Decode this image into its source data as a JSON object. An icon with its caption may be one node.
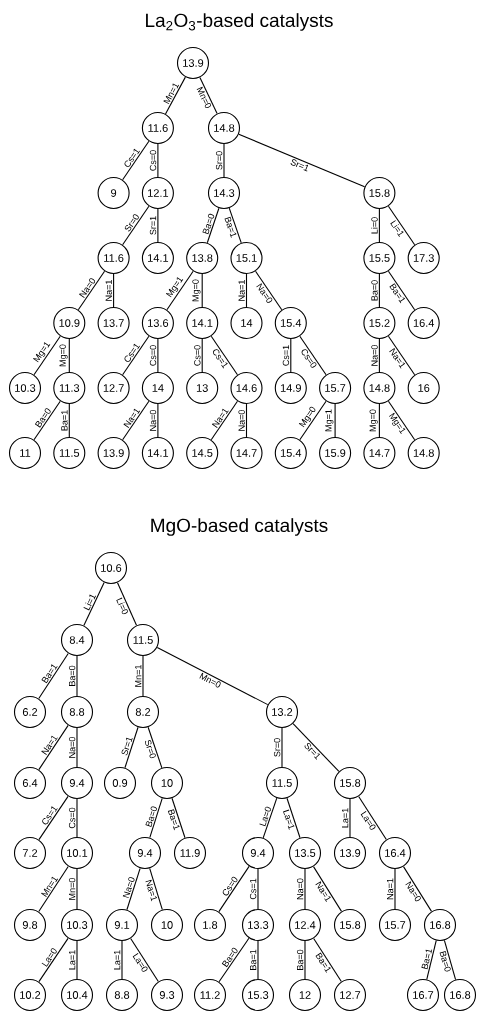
{
  "diagram": {
    "title": "La$_{2}$O$_{3}$-based catalysts",
    "nodes": [
      {
        "text": [
          "13.9"
        ]
      },
      {
        "text": [
          "11.6"
        ]
      },
      {
        "text": [
          "14.8"
        ]
      },
      {
        "text": [
          "9"
        ]
      },
      {
        "text": [
          "12.1"
        ]
      },
      {
        "text": [
          "14.3"
        ]
      },
      {
        "text": [
          "15.8"
        ]
      },
      {
        "text": [
          "11.6"
        ]
      },
      {
        "text": [
          "14.1"
        ]
      },
      {
        "text": [
          "13.8"
        ]
      },
      {
        "text": [
          "15.1"
        ]
      },
      {
        "text": [
          "15.5"
        ]
      },
      {
        "text": [
          "17.3"
        ]
      },
      {
        "text": [
          "10.9"
        ]
      },
      {
        "text": [
          "13.7"
        ]
      },
      {
        "text": [
          "13.6"
        ]
      },
      {
        "text": [
          "14.1"
        ]
      },
      {
        "text": [
          "14"
        ]
      },
      {
        "text": [
          "15.4"
        ]
      },
      {
        "text": [
          "15.2"
        ]
      },
      {
        "text": [
          "16.4"
        ]
      },
      {
        "text": [
          "10.3"
        ]
      },
      {
        "text": [
          "11.3"
        ]
      },
      {
        "text": [
          "12.7"
        ]
      },
      {
        "text": [
          "14"
        ]
      },
      {
        "text": [
          "13"
        ]
      },
      {
        "text": [
          "14.6"
        ]
      },
      {
        "text": [
          "14.9"
        ]
      },
      {
        "text": [
          "15.7"
        ]
      },
      {
        "text": [
          "14.8"
        ]
      },
      {
        "text": [
          "16"
        ]
      },
      {
        "text": [
          "11"
        ]
      },
      {
        "text": [
          "11.5"
        ]
      },
      {
        "text": [
          "13.9"
        ]
      },
      {
        "text": [
          "14.1"
        ]
      },
      {
        "text": [
          "14.5"
        ]
      },
      {
        "text": [
          "14.7"
        ]
      },
      {
        "text": [
          "15.4"
        ]
      },
      {
        "text": [
          "15.9"
        ]
      },
      {
        "text": [
          "14.7"
        ]
      },
      {
        "text": [
          "14.8"
        ]
      },
      {
        "text": [
          "10.6"
        ]
      },
      {
        "text": [
          "8.4"
        ]
      },
      {
        "text": [
          "11.5"
        ]
      },
      {
        "text": [
          "6.2"
        ]
      },
      {
        "text": [
          "8.8"
        ]
      },
      {
        "text": [
          "8.2"
        ]
      },
      {
        "text": [
          "13.2"
        ]
      },
      {
        "text": [
          "6.4"
        ]
      },
      {
        "text": [
          "9.4"
        ]
      },
      {
        "text": [
          "0.9"
        ]
      },
      {
        "text": [
          "10"
        ]
      },
      {
        "text": [
          "11.5"
        ]
      },
      {
        "text": [
          "15.8"
        ]
      },
      {
        "text": [
          "7.2"
        ]
      },
      {
        "text": [
          "10.1"
        ]
      },
      {
        "text": [
          "9.4"
        ]
      },
      {
        "text": [
          "11.9"
        ]
      },
      {
        "text": [
          "9.4"
        ]
      },
      {
        "text": [
          "13.5"
        ]
      },
      {
        "text": [
          "13.9"
        ]
      },
      {
        "text": [
          "16.4"
        ]
      },
      {
        "text": [
          "9.8"
        ]
      },
      {
        "text": [
          "10.3"
        ]
      },
      {
        "text": [
          "9.1"
        ]
      },
      {
        "text": [
          "10"
        ]
      },
      {
        "text": [
          "1.8"
        ]
      },
      {
        "text": [
          "13.3"
        ]
      },
      {
        "text": [
          "12.4"
        ]
      },
      {
        "text": [
          "15.8"
        ]
      },
      {
        "text": [
          "15.7"
        ]
      },
      {
        "text": [
          "16.8"
        ]
      },
      {
        "text": [
          "10.2"
        ]
      },
      {
        "text": [
          "10.4"
        ]
      },
      {
        "text": [
          "8.8"
        ]
      },
      {
        "text": [
          "9.3"
        ]
      },
      {
        "text": [
          "11.2"
        ]
      },
      {
        "text": [
          "15.3"
        ]
      },
      {
        "text": [
          "12"
        ]
      },
      {
        "text": [
          "12.7"
        ]
      },
      {
        "text": [
          "16.7"
        ]
      },
      {
        "text": [
          "16.8"
        ]
      }
    ],
    "edges": [
      {
        "from": 0,
        "to": 1,
        "arrow": "none",
        "label": "Mn=1"
      },
      {
        "from": 0,
        "to": 2,
        "arrow": "none",
        "label": "Mn=0"
      },
      {
        "from": 1,
        "to": 3,
        "arrow": "none",
        "label": "Cs=1"
      },
      {
        "from": 1,
        "to": 4,
        "arrow": "none",
        "label": "Cs=0"
      },
      {
        "from": 2,
        "to": 5,
        "arrow": "none",
        "label": "Sr=0"
      },
      {
        "from": 2,
        "to": 6,
        "arrow": "none",
        "label": "Sr=1"
      },
      {
        "from": 4,
        "to": 7,
        "arrow": "none",
        "label": "Sr=0"
      },
      {
        "from": 4,
        "to": 8,
        "arrow": "none",
        "label": "Sr=1"
      },
      {
        "from": 5,
        "to": 9,
        "arrow": "none",
        "label": "Ba=0"
      },
      {
        "from": 5,
        "to": 10,
        "arrow": "none",
        "label": "Ba=1"
      },
      {
        "from": 6,
        "to": 11,
        "arrow": "none",
        "label": "Li=0"
      },
      {
        "from": 6,
        "to": 12,
        "arrow": "none",
        "label": "Li=1"
      },
      {
        "from": 7,
        "to": 13,
        "arrow": "none",
        "label": "Na=0"
      },
      {
        "from": 7,
        "to": 14,
        "arrow": "none",
        "label": "Na=1"
      },
      {
        "from": 9,
        "to": 15,
        "arrow": "none",
        "label": "Mg=1"
      },
      {
        "from": 9,
        "to": 16,
        "arrow": "none",
        "label": "Mg=0"
      },
      {
        "from": 10,
        "to": 17,
        "arrow": "none",
        "label": "Na=1"
      },
      {
        "from": 10,
        "to": 18,
        "arrow": "none",
        "label": "Na=0"
      },
      {
        "from": 11,
        "to": 19,
        "arrow": "none",
        "label": "Ba=0"
      },
      {
        "from": 11,
        "to": 20,
        "arrow": "none",
        "label": "Ba=1"
      },
      {
        "from": 13,
        "to": 21,
        "arrow": "none",
        "label": "Mg=1"
      },
      {
        "from": 13,
        "to": 22,
        "arrow": "none",
        "label": "Mg=0"
      },
      {
        "from": 15,
        "to": 23,
        "arrow": "none",
        "label": "Cs=1"
      },
      {
        "from": 15,
        "to": 24,
        "arrow": "none",
        "label": "Cs=0"
      },
      {
        "from": 16,
        "to": 25,
        "arrow": "none",
        "label": "Cs=0"
      },
      {
        "from": 16,
        "to": 26,
        "arrow": "none",
        "label": "Cs=1"
      },
      {
        "from": 18,
        "to": 27,
        "arrow": "none",
        "label": "Cs=1"
      },
      {
        "from": 18,
        "to": 28,
        "arrow": "none",
        "label": "Cs=0"
      },
      {
        "from": 19,
        "to": 29,
        "arrow": "none",
        "label": "Na=0"
      },
      {
        "from": 19,
        "to": 30,
        "arrow": "none",
        "label": "Na=1"
      },
      {
        "from": 22,
        "to": 31,
        "arrow": "none",
        "label": "Ba=0"
      },
      {
        "from": 22,
        "to": 32,
        "arrow": "none",
        "label": "Ba=1"
      },
      {
        "from": 24,
        "to": 33,
        "arrow": "none",
        "label": "Na=1"
      },
      {
        "from": 24,
        "to": 34,
        "arrow": "none",
        "label": "Na=0"
      },
      {
        "from": 26,
        "to": 35,
        "arrow": "none",
        "label": "Na=1"
      },
      {
        "from": 26,
        "to": 36,
        "arrow": "none",
        "label": "Na=0"
      },
      {
        "from": 28,
        "to": 37,
        "arrow": "none",
        "label": "Mg=0"
      },
      {
        "from": 28,
        "to": 38,
        "arrow": "none",
        "label": "Mg=1"
      },
      {
        "from": 29,
        "to": 39,
        "arrow": "none",
        "label": "Mg=0"
      },
      {
        "from": 29,
        "to": 40,
        "arrow": "none",
        "label": "Mg=1"
      },
      {
        "from": 41,
        "to": 42,
        "arrow": "none",
        "label": "Li=1"
      },
      {
        "from": 41,
        "to": 43,
        "arrow": "none",
        "label": "Li=0"
      },
      {
        "from": 42,
        "to": 44,
        "arrow": "none",
        "label": "Ba=1"
      },
      {
        "from": 42,
        "to": 45,
        "arrow": "none",
        "label": "Ba=0"
      },
      {
        "from": 43,
        "to": 46,
        "arrow": "none",
        "label": "Mn=1"
      },
      {
        "from": 43,
        "to": 47,
        "arrow": "none",
        "label": "Mn=0"
      },
      {
        "from": 45,
        "to": 48,
        "arrow": "none",
        "label": "Na=1"
      },
      {
        "from": 45,
        "to": 49,
        "arrow": "none",
        "label": "Na=0"
      },
      {
        "from": 46,
        "to": 50,
        "arrow": "none",
        "label": "Sr=1"
      },
      {
        "from": 46,
        "to": 51,
        "arrow": "none",
        "label": "Sr=0"
      },
      {
        "from": 47,
        "to": 52,
        "arrow": "none",
        "label": "Sr=0"
      },
      {
        "from": 47,
        "to": 53,
        "arrow": "none",
        "label": "Sr=1"
      },
      {
        "from": 49,
        "to": 54,
        "arrow": "none",
        "label": "Cs=1"
      },
      {
        "from": 49,
        "to": 55,
        "arrow": "none",
        "label": "Cs=0"
      },
      {
        "from": 51,
        "to": 56,
        "arrow": "none",
        "label": "Ba=0"
      },
      {
        "from": 51,
        "to": 57,
        "arrow": "none",
        "label": "Ba=1"
      },
      {
        "from": 52,
        "to": 58,
        "arrow": "none",
        "label": "La=0"
      },
      {
        "from": 52,
        "to": 59,
        "arrow": "none",
        "label": "La=1"
      },
      {
        "from": 53,
        "to": 60,
        "arrow": "none",
        "label": "La=1"
      },
      {
        "from": 53,
        "to": 61,
        "arrow": "none",
        "label": "La=0"
      },
      {
        "from": 55,
        "to": 62,
        "arrow": "none",
        "label": "Mn=1"
      },
      {
        "from": 55,
        "to": 63,
        "arrow": "none",
        "label": "Mn=0"
      },
      {
        "from": 56,
        "to": 64,
        "arrow": "none",
        "label": "Na=0"
      },
      {
        "from": 56,
        "to": 65,
        "arrow": "none",
        "label": "Na=1"
      },
      {
        "from": 58,
        "to": 66,
        "arrow": "none",
        "label": "Cs=0"
      },
      {
        "from": 58,
        "to": 67,
        "arrow": "none",
        "label": "Cs=1"
      },
      {
        "from": 59,
        "to": 68,
        "arrow": "none",
        "label": "Na=0"
      },
      {
        "from": 59,
        "to": 69,
        "arrow": "none",
        "label": "Na=1"
      },
      {
        "from": 61,
        "to": 70,
        "arrow": "none",
        "label": "Na=1"
      },
      {
        "from": 61,
        "to": 71,
        "arrow": "none",
        "label": "Na=0"
      },
      {
        "from": 63,
        "to": 72,
        "arrow": "none",
        "label": "La=0"
      },
      {
        "from": 63,
        "to": 73,
        "arrow": "none",
        "label": "La=1"
      },
      {
        "from": 64,
        "to": 74,
        "arrow": "none",
        "label": "La=1"
      },
      {
        "from": 64,
        "to": 75,
        "arrow": "none",
        "label": "La=0"
      },
      {
        "from": 67,
        "to": 76,
        "arrow": "none",
        "label": "Ba=0"
      },
      {
        "from": 67,
        "to": 77,
        "arrow": "none",
        "label": "Ba=1"
      },
      {
        "from": 68,
        "to": 78,
        "arrow": "none",
        "label": "Ba=0"
      },
      {
        "from": 68,
        "to": 79,
        "arrow": "none",
        "label": "Ba=1"
      },
      {
        "from": 71,
        "to": 80,
        "arrow": "none",
        "label": "Ba=1"
      },
      {
        "from": 71,
        "to": 81,
        "arrow": "none",
        "label": "Ba=0"
      }
    ],
    "labels": [
      "MgO-based catalysts"
    ]
  }
}
